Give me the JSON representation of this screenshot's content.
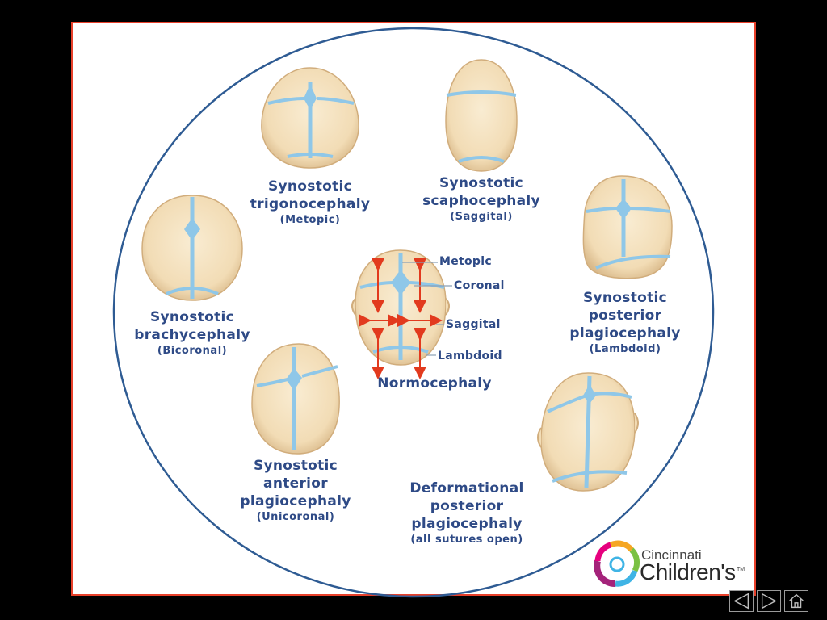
{
  "diagram": {
    "center": {
      "title": "Normocephaly",
      "sutures": [
        "Metopic",
        "Coronal",
        "Saggital",
        "Lambdoid"
      ]
    },
    "conditions": [
      {
        "id": "trigonocephaly",
        "lines": [
          "Synostotic",
          "trigonocephaly"
        ],
        "sub": "(Metopic)"
      },
      {
        "id": "scaphocephaly",
        "lines": [
          "Synostotic",
          "scaphocephaly"
        ],
        "sub": "(Saggital)"
      },
      {
        "id": "brachycephaly",
        "lines": [
          "Synostotic",
          "brachycephaly"
        ],
        "sub": "(Bicoronal)"
      },
      {
        "id": "posterior-plagiocephaly",
        "lines": [
          "Synostotic",
          "posterior",
          "plagiocephaly"
        ],
        "sub": "(Lambdoid)"
      },
      {
        "id": "anterior-plagiocephaly",
        "lines": [
          "Synostotic",
          "anterior",
          "plagiocephaly"
        ],
        "sub": "(Unicoronal)"
      },
      {
        "id": "deformational-plagiocephaly",
        "lines": [
          "Deformational",
          "posterior",
          "plagiocephaly"
        ],
        "sub": "(all sutures open)"
      }
    ]
  },
  "logo": {
    "line1": "Cincinnati",
    "line2": "Children's",
    "tm": "TM"
  },
  "colors": {
    "frame": "#e8402a",
    "skull": "#f4e3c1",
    "suture": "#8fc7e8",
    "text": "#2e4a86",
    "arrow": "#e23a1e"
  },
  "nav": {
    "icons": [
      "previous-icon",
      "next-icon",
      "home-icon"
    ]
  }
}
